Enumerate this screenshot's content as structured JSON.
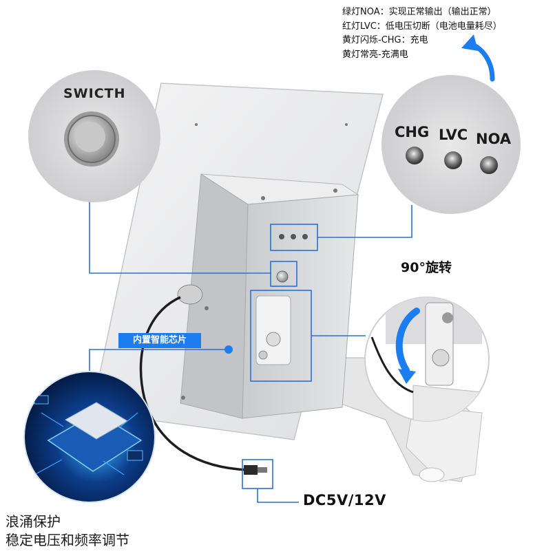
{
  "legend": {
    "lines": [
      "绿灯NOA：实现正常输出（输出正常）",
      "红灯LVC：低电压切断（电池电量耗尽）",
      "黄灯闪烁-CHG：充电",
      "黄灯常亮-充满电"
    ]
  },
  "callouts": {
    "switch_label": "SWICTH",
    "led_labels": [
      "CHG",
      "LVC",
      "NOA"
    ],
    "rotation_label": "90°旋转",
    "chip_tag": "内置智能芯片",
    "dc_label": "DC5V/12V",
    "surge_lines": [
      "浪涌保护",
      "稳定电压和频率调节"
    ]
  },
  "colors": {
    "accent": "#1c7df0",
    "callout_line": "#2b6fd6",
    "panel": "#e9eaec",
    "box": "#d9dbdd"
  }
}
